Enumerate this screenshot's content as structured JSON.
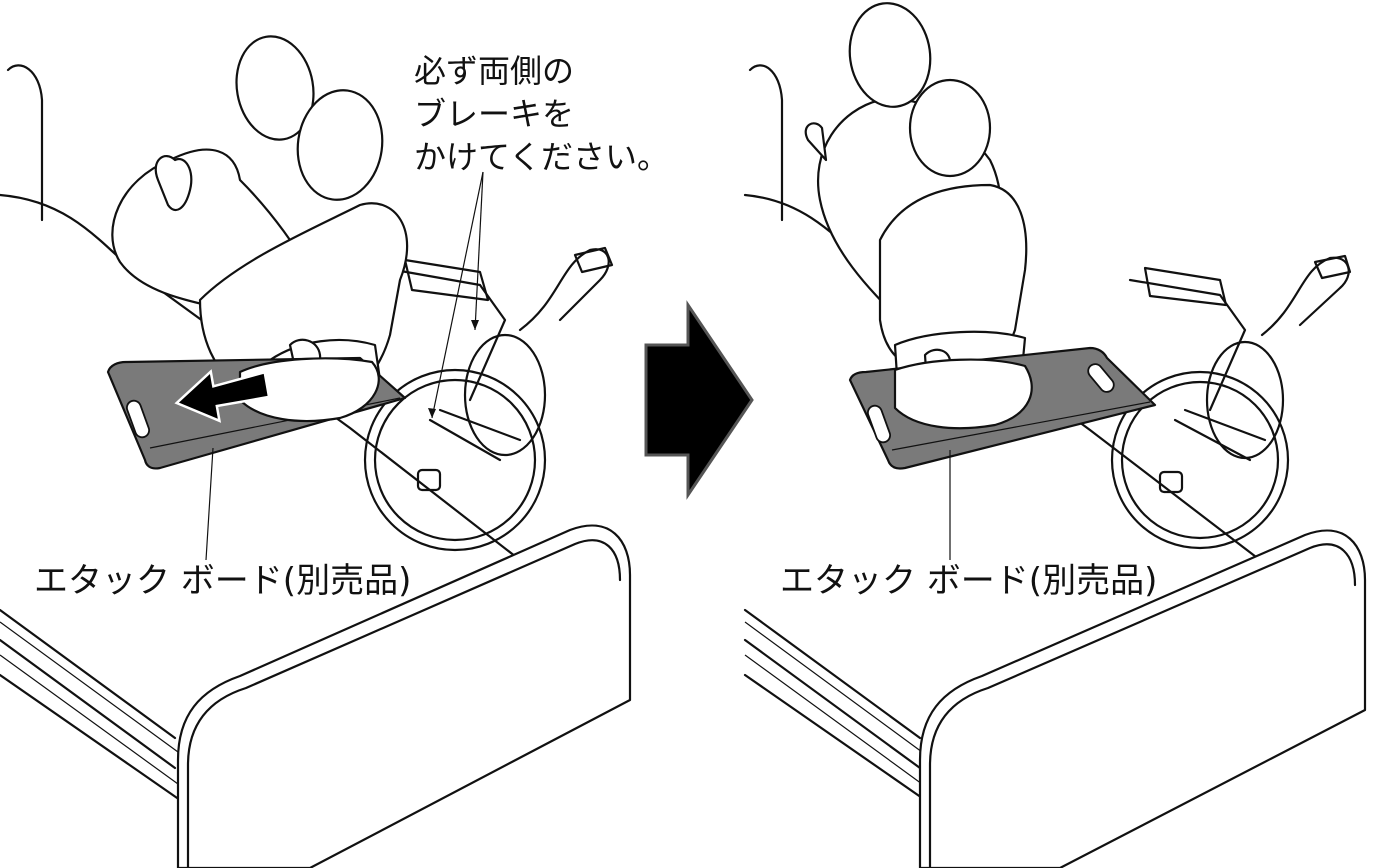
{
  "left_panel": {
    "brake_note_lines": [
      "必ず両側の",
      "ブレーキを",
      "かけてください。"
    ],
    "board_label": "エタック ボード(別売品)"
  },
  "right_panel": {
    "board_label": "エタック ボード(別売品)"
  },
  "colors": {
    "board_fill": "#7a7a7a",
    "line": "#111111",
    "arrow_fill": "#000000"
  },
  "icons": {
    "transition": "right-arrow-icon",
    "slide_direction": "left-arrow-icon"
  }
}
